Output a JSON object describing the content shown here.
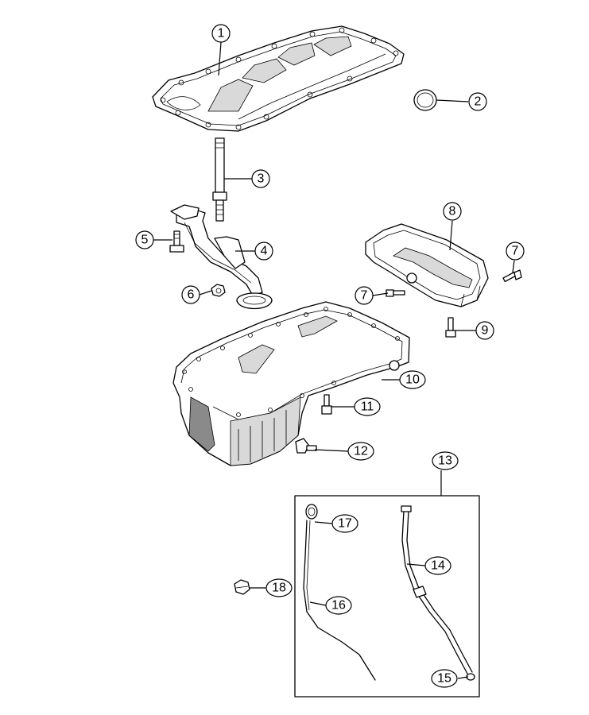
{
  "callouts": {
    "c1": "1",
    "c2": "2",
    "c3": "3",
    "c4": "4",
    "c5": "5",
    "c6": "6",
    "c7a": "7",
    "c7b": "7",
    "c8": "8",
    "c9": "9",
    "c10": "10",
    "c11": "11",
    "c12": "12",
    "c13": "13",
    "c14": "14",
    "c15": "15",
    "c16": "16",
    "c17": "17",
    "c18": "18"
  }
}
